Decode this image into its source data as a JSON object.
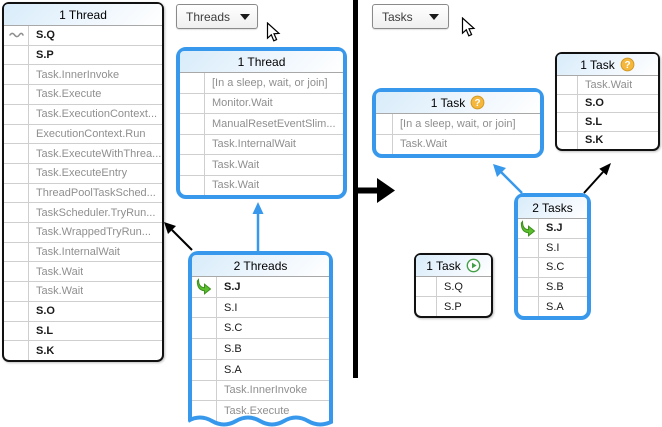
{
  "colors": {
    "accent_blue": "#3899EC",
    "external_frame_text": "#8f8f8f",
    "user_frame_text": "#000000",
    "divider_black": "#000000"
  },
  "left_panel": {
    "view_dropdown": {
      "label": "Threads",
      "caret_icon": "chevron-down-icon"
    },
    "boxes": {
      "tall": {
        "title": "1 Thread",
        "frames": [
          {
            "label": "S.Q",
            "kind": "bold",
            "icon": "wave-icon"
          },
          {
            "label": "S.P",
            "kind": "bold"
          },
          {
            "label": "Task.InnerInvoke",
            "kind": "ext"
          },
          {
            "label": "Task.Execute",
            "kind": "ext"
          },
          {
            "label": "Task.ExecutionContext...",
            "kind": "ext"
          },
          {
            "label": "ExecutionContext.Run",
            "kind": "ext"
          },
          {
            "label": "Task.ExecuteWithThrea...",
            "kind": "ext"
          },
          {
            "label": "Task.ExecuteEntry",
            "kind": "ext"
          },
          {
            "label": "ThreadPoolTaskSched...",
            "kind": "ext"
          },
          {
            "label": "TaskScheduler.TryRun...",
            "kind": "ext"
          },
          {
            "label": "Task.WrappedTryRun...",
            "kind": "ext"
          },
          {
            "label": "Task.InternalWait",
            "kind": "ext"
          },
          {
            "label": "Task.Wait",
            "kind": "ext"
          },
          {
            "label": "Task.Wait",
            "kind": "ext"
          },
          {
            "label": "S.O",
            "kind": "bold"
          },
          {
            "label": "S.L",
            "kind": "bold"
          },
          {
            "label": "S.K",
            "kind": "bold"
          }
        ]
      },
      "middle": {
        "title": "1 Thread",
        "frames": [
          {
            "label": "[In a sleep, wait, or join]",
            "kind": "ext"
          },
          {
            "label": "Monitor.Wait",
            "kind": "ext"
          },
          {
            "label": "ManualResetEventSlim...",
            "kind": "ext"
          },
          {
            "label": "Task.InternalWait",
            "kind": "ext"
          },
          {
            "label": "Task.Wait",
            "kind": "ext"
          },
          {
            "label": "Task.Wait",
            "kind": "ext"
          }
        ]
      },
      "bottom": {
        "title": "2 Threads",
        "frames": [
          {
            "label": "S.J",
            "kind": "bold",
            "icon": "current-frame-icon"
          },
          {
            "label": "S.I",
            "kind": "normal"
          },
          {
            "label": "S.C",
            "kind": "normal"
          },
          {
            "label": "S.B",
            "kind": "normal"
          },
          {
            "label": "S.A",
            "kind": "normal"
          },
          {
            "label": "Task.InnerInvoke",
            "kind": "ext"
          },
          {
            "label": "Task.Execute",
            "kind": "ext"
          }
        ]
      }
    }
  },
  "right_panel": {
    "view_dropdown": {
      "label": "Tasks",
      "caret_icon": "chevron-down-icon"
    },
    "boxes": {
      "blue_task": {
        "title": "1 Task",
        "badge": "question-icon",
        "frames": [
          {
            "label": "[In a sleep, wait, or join]",
            "kind": "ext"
          },
          {
            "label": "Task.Wait",
            "kind": "ext"
          }
        ]
      },
      "top_right_task": {
        "title": "1 Task",
        "badge": "question-icon",
        "frames": [
          {
            "label": "Task.Wait",
            "kind": "ext"
          },
          {
            "label": "S.O",
            "kind": "bold"
          },
          {
            "label": "S.L",
            "kind": "bold"
          },
          {
            "label": "S.K",
            "kind": "bold"
          }
        ]
      },
      "two_tasks": {
        "title": "2 Tasks",
        "frames": [
          {
            "label": "S.J",
            "kind": "bold",
            "icon": "current-frame-icon"
          },
          {
            "label": "S.I",
            "kind": "normal"
          },
          {
            "label": "S.C",
            "kind": "normal"
          },
          {
            "label": "S.B",
            "kind": "normal"
          },
          {
            "label": "S.A",
            "kind": "normal"
          }
        ]
      },
      "play_task": {
        "title": "1 Task",
        "badge": "play-icon",
        "frames": [
          {
            "label": "S.Q",
            "kind": "normal"
          },
          {
            "label": "S.P",
            "kind": "normal"
          }
        ]
      }
    }
  }
}
